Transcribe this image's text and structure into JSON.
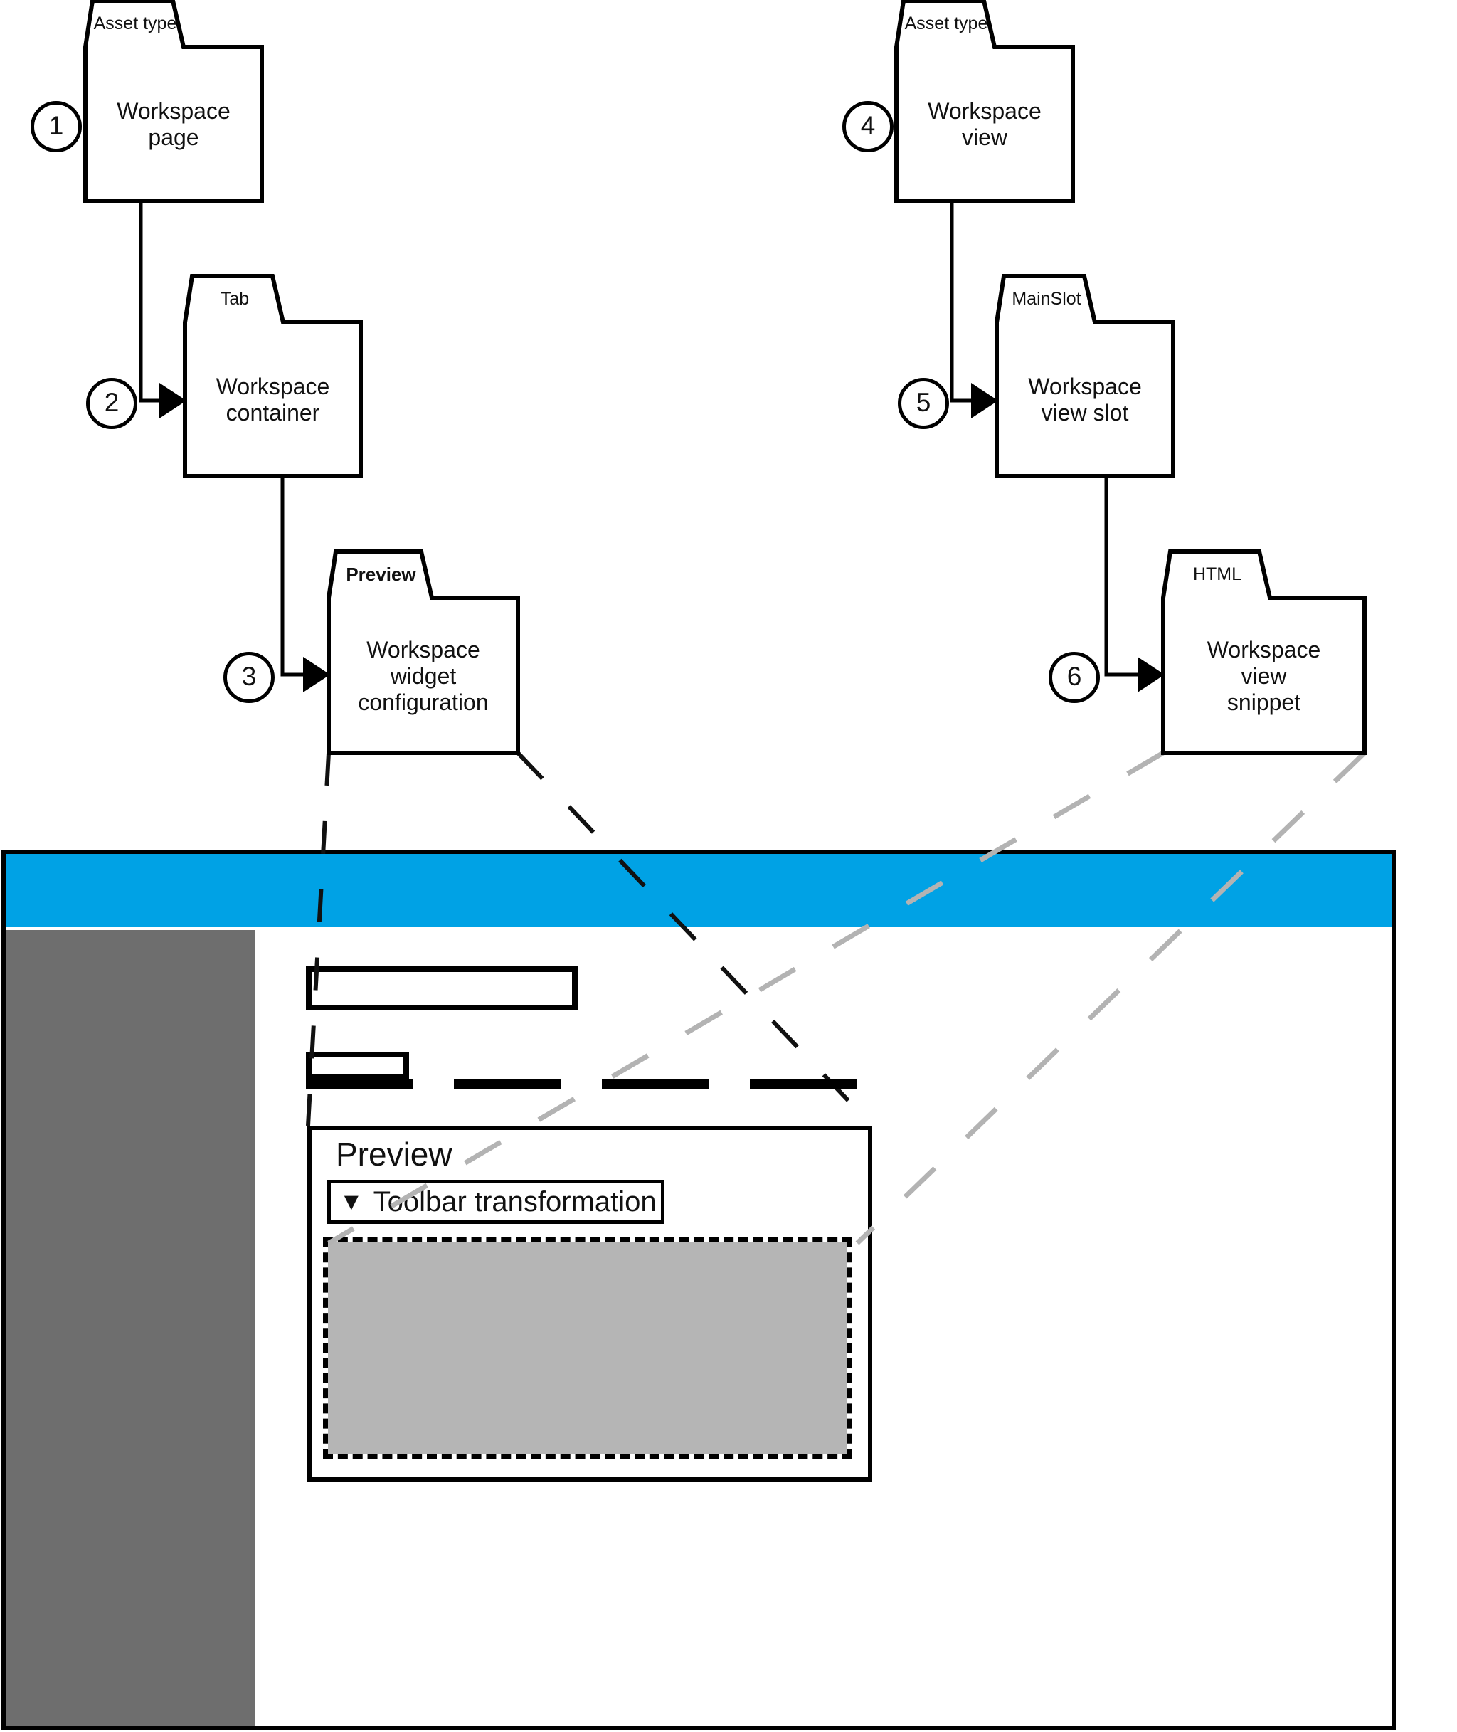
{
  "diagram": {
    "nodes": [
      {
        "badge": "1",
        "tab_label": "Asset type",
        "title_lines": [
          "Workspace",
          "page"
        ]
      },
      {
        "badge": "2",
        "tab_label": "Tab",
        "title_lines": [
          "Workspace",
          "container"
        ]
      },
      {
        "badge": "3",
        "tab_label": "Preview",
        "tab_label_bold": true,
        "title_lines": [
          "Workspace",
          "widget",
          "configuration"
        ]
      },
      {
        "badge": "4",
        "tab_label": "Asset type",
        "title_lines": [
          "Workspace",
          "view"
        ]
      },
      {
        "badge": "5",
        "tab_label": "MainSlot",
        "title_lines": [
          "Workspace",
          "view slot"
        ]
      },
      {
        "badge": "6",
        "tab_label": "HTML",
        "title_lines": [
          "Workspace",
          "view",
          "snippet"
        ]
      }
    ]
  },
  "mockup": {
    "preview_panel": {
      "title": "Preview",
      "dropdown": {
        "icon": "▼",
        "label": "Toolbar transformation"
      }
    }
  },
  "colors": {
    "accent_blue": "#00A2E5",
    "sidebar_gray": "#6E6E6E",
    "placeholder_fill": "#B5B5B5",
    "leader_line_gray": "#B3B3B3"
  }
}
